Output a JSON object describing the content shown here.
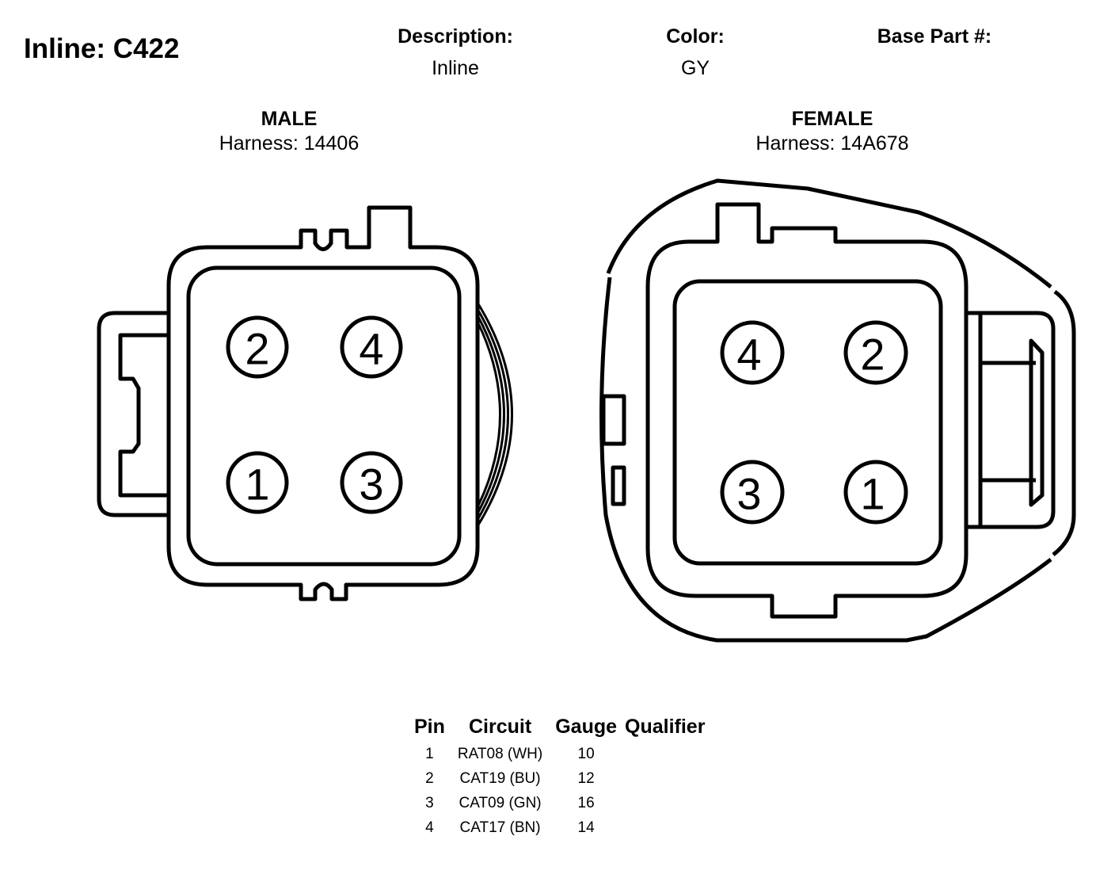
{
  "title": "Inline: C422",
  "header": {
    "description_label": "Description:",
    "description_value": "Inline",
    "color_label": "Color:",
    "color_value": "GY",
    "base_part_label": "Base Part #:",
    "base_part_value": ""
  },
  "male": {
    "label": "MALE",
    "harness": "Harness: 14406",
    "pins": [
      "2",
      "4",
      "1",
      "3"
    ]
  },
  "female": {
    "label": "FEMALE",
    "harness": "Harness: 14A678",
    "pins": [
      "4",
      "2",
      "3",
      "1"
    ]
  },
  "pin_table": {
    "headers": [
      "Pin",
      "Circuit",
      "Gauge",
      "Qualifier"
    ],
    "rows": [
      {
        "pin": "1",
        "circuit": "RAT08 (WH)",
        "gauge": "10",
        "qualifier": ""
      },
      {
        "pin": "2",
        "circuit": "CAT19 (BU)",
        "gauge": "12",
        "qualifier": ""
      },
      {
        "pin": "3",
        "circuit": "CAT09 (GN)",
        "gauge": "16",
        "qualifier": ""
      },
      {
        "pin": "4",
        "circuit": "CAT17 (BN)",
        "gauge": "14",
        "qualifier": ""
      }
    ]
  }
}
